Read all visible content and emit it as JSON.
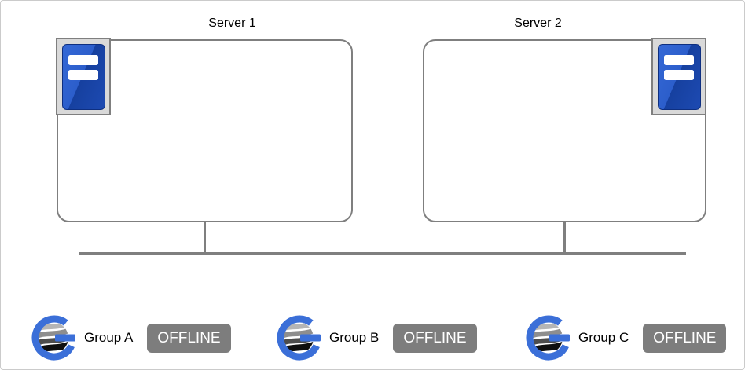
{
  "canvas": {
    "background": "#ffffff",
    "border_color": "#cbcbcb"
  },
  "servers": [
    {
      "title": "Server 1",
      "icon": "server-tower-icon"
    },
    {
      "title": "Server 2",
      "icon": "server-tower-icon"
    }
  ],
  "network": {
    "bus_line_color": "#7f7f7f",
    "box_border_color": "#7f7f7f"
  },
  "groups": [
    {
      "label": "Group A",
      "status": "OFFLINE",
      "icon": "globe-g-logo-icon"
    },
    {
      "label": "Group B",
      "status": "OFFLINE",
      "icon": "globe-g-logo-icon"
    },
    {
      "label": "Group C",
      "status": "OFFLINE",
      "icon": "globe-g-logo-icon"
    }
  ],
  "colors": {
    "server_icon_blue": "#2c5ecb",
    "server_icon_blue_dark": "#16409f",
    "icon_frame_gray": "#d9d9d9",
    "logo_blue": "#3b6fd8",
    "badge_background": "#7d7d7d",
    "badge_text": "#ffffff"
  }
}
